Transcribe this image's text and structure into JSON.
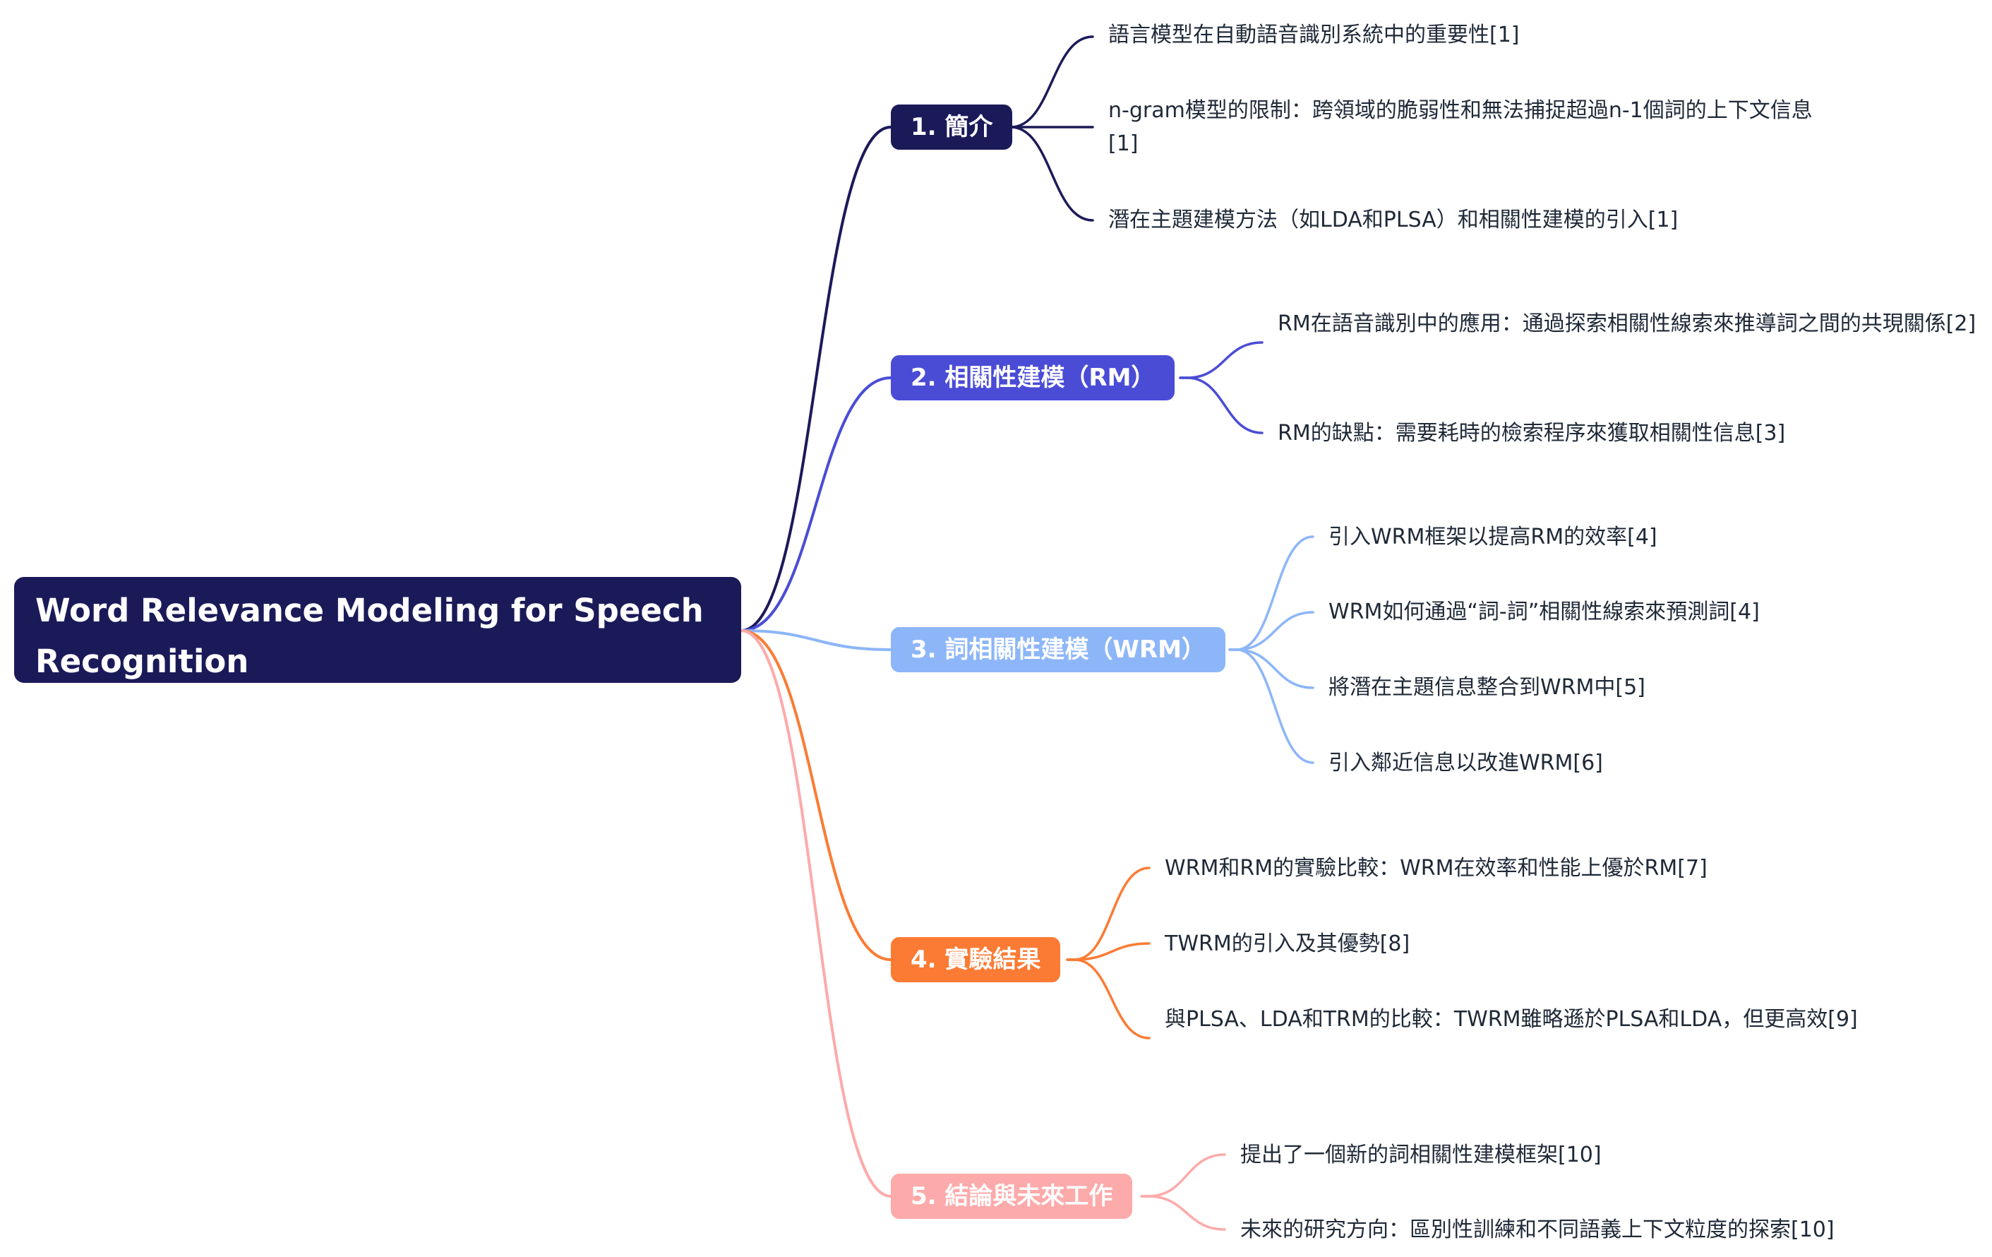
{
  "root": {
    "label": "Word Relevance Modeling for Speech Recognition",
    "color": "#1b1a59"
  },
  "branches": [
    {
      "label": "1. 簡介",
      "color": "#1b1a59",
      "items": [
        "語言模型在自動語音識別系統中的重要性[1]",
        "n-gram模型的限制：跨領域的脆弱性和無法捕捉超過n-1個詞的上下文信息[1]",
        "潛在主題建模方法（如LDA和PLSA）和相關性建模的引入[1]"
      ]
    },
    {
      "label": "2. 相關性建模（RM）",
      "color": "#4a4cd6",
      "items": [
        "RM在語音識別中的應用：通過探索相關性線索來推導詞之間的共現關係[2]",
        "RM的缺點：需要耗時的檢索程序來獲取相關性信息[3]"
      ]
    },
    {
      "label": "3. 詞相關性建模（WRM）",
      "color": "#8db6f8",
      "items": [
        "引入WRM框架以提高RM的效率[4]",
        "WRM如何通過“詞-詞”相關性線索來預測詞[4]",
        "將潛在主題信息整合到WRM中[5]",
        "引入鄰近信息以改進WRM[6]"
      ]
    },
    {
      "label": "4. 實驗結果",
      "color": "#fb7b34",
      "items": [
        "WRM和RM的實驗比較：WRM在效率和性能上優於RM[7]",
        "TWRM的引入及其優勢[8]",
        "與PLSA、LDA和TRM的比較：TWRM雖略遜於PLSA和LDA，但更高效[9]"
      ]
    },
    {
      "label": "5. 結論與未來工作",
      "color": "#fdaaaa",
      "items": [
        "提出了一個新的詞相關性建模框架[10]",
        "未來的研究方向：區別性訓練和不同語義上下文粒度的探索[10]"
      ]
    }
  ]
}
